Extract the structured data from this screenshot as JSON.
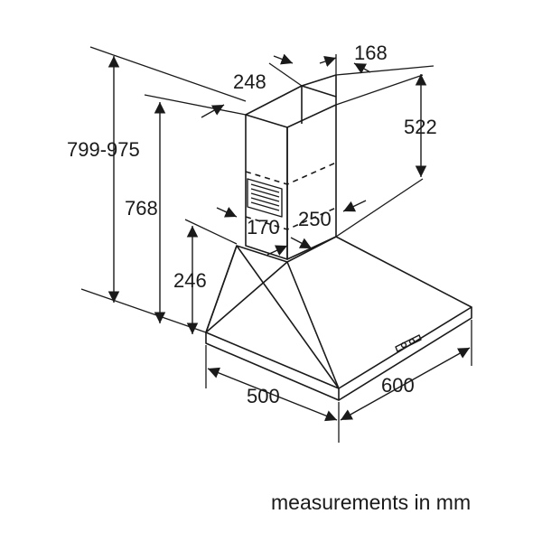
{
  "diagram": {
    "dimensions": {
      "chimney_depth": "168",
      "chimney_width_upper": "248",
      "upper_chimney_height": "522",
      "total_height_range": "799-975",
      "height_768": "768",
      "canopy_height": "246",
      "chimney_width_lower": "170",
      "chimney_depth_lower": "250",
      "canopy_depth": "500",
      "canopy_width": "600"
    },
    "caption": "measurements in mm"
  }
}
